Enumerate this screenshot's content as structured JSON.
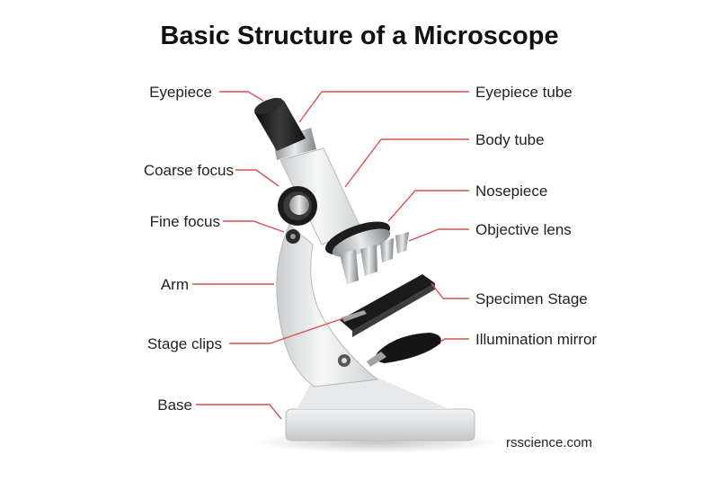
{
  "title": "Basic Structure of a Microscope",
  "labels_left": {
    "eyepiece": "Eyepiece",
    "coarse_focus": "Coarse focus",
    "fine_focus": "Fine focus",
    "arm": "Arm",
    "stage_clips": "Stage clips",
    "base": "Base"
  },
  "labels_right": {
    "eyepiece_tube": "Eyepiece tube",
    "body_tube": "Body tube",
    "nosepiece": "Nosepiece",
    "objective_lens": "Objective lens",
    "specimen_stage": "Specimen Stage",
    "illumination_mirror": "Illumination mirror"
  },
  "credit": "rsscience.com",
  "colors": {
    "leader_line": "#d9534f",
    "body": "#eceeef",
    "dark": "#1d1d1d"
  }
}
